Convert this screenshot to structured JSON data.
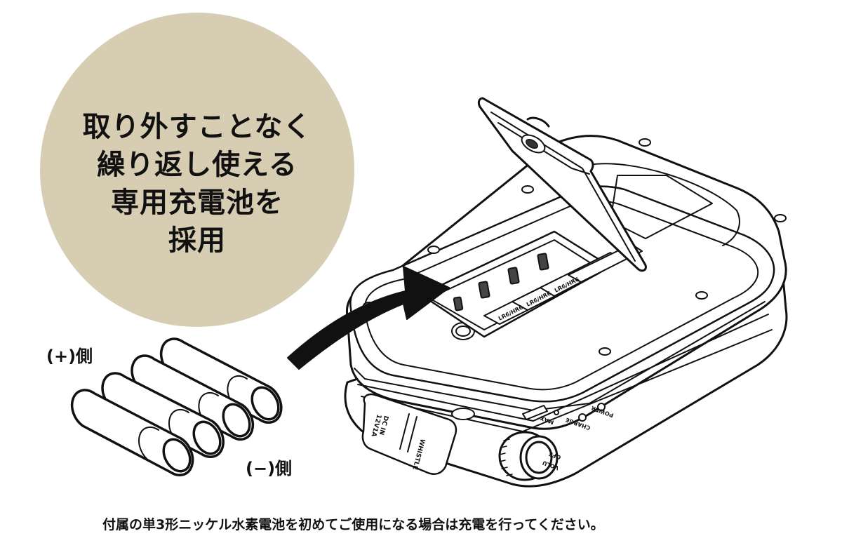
{
  "badge": {
    "background_color": "#d7cdb2",
    "lines": [
      "取り外すことなく",
      "繰り返し使える",
      "専用充電池を",
      "採用"
    ]
  },
  "battery_labels": {
    "plus_side": "(+)側",
    "minus_side": "(−)側"
  },
  "batteries": {
    "count": 4,
    "slot_marking": "LR6/HR6"
  },
  "device_labels": {
    "dc_in": "DC IN",
    "dc_rating": "12V1A",
    "whistle": "WHISTLE",
    "max": "MAX",
    "charge": "CHARGE",
    "power": "POWER",
    "volume": "VOLU",
    "off": "OFF"
  },
  "footnote": "付属の単3形ニッケル水素電池を初めてご使用になる場合は充電を行ってください。"
}
